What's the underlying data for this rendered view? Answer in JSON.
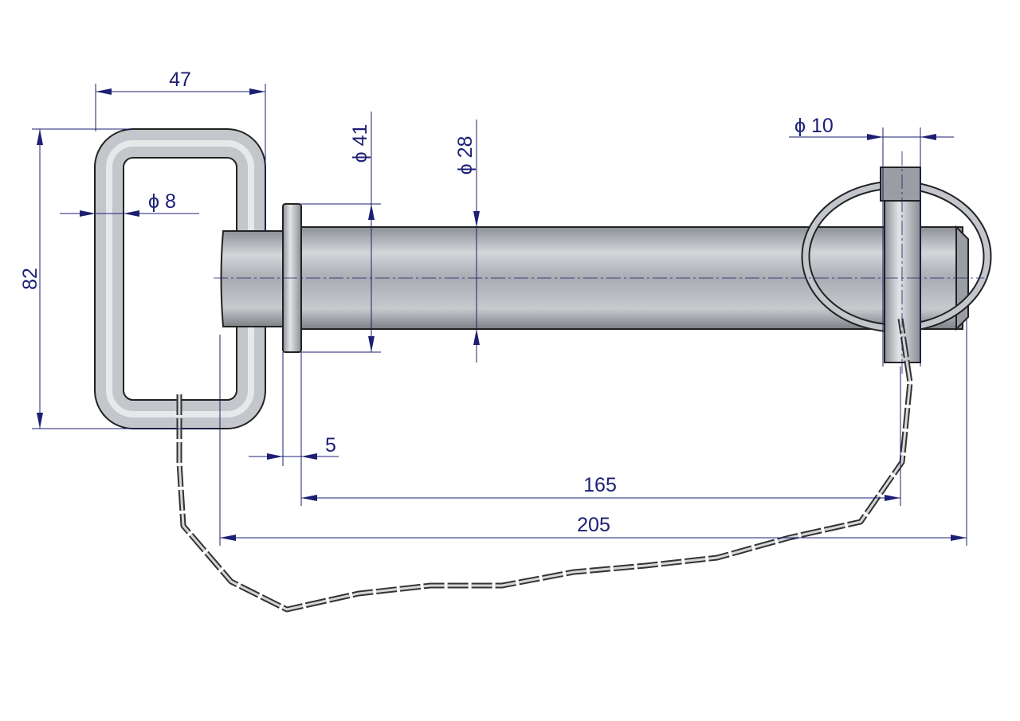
{
  "dimensions": {
    "handle_width": "47",
    "handle_height": "82",
    "handle_wire_diameter": "ϕ 8",
    "collar_diameter": "ϕ 41",
    "pin_diameter": "ϕ 28",
    "lynch_pin_diameter": "ϕ 10",
    "collar_thickness": "5",
    "usable_length": "165",
    "total_length": "205"
  },
  "colors": {
    "dimension": "#1c1f73",
    "steel": "#b9bcc2"
  }
}
